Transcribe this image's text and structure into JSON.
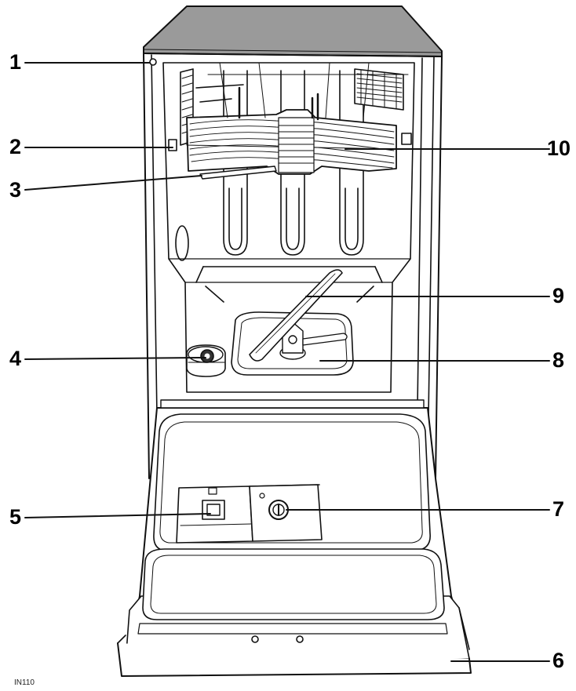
{
  "callouts": {
    "c1": "1",
    "c2": "2",
    "c3": "3",
    "c4": "4",
    "c5": "5",
    "c6": "6",
    "c7": "7",
    "c8": "8",
    "c9": "9",
    "c10": "10"
  },
  "figure_code": "IN110"
}
